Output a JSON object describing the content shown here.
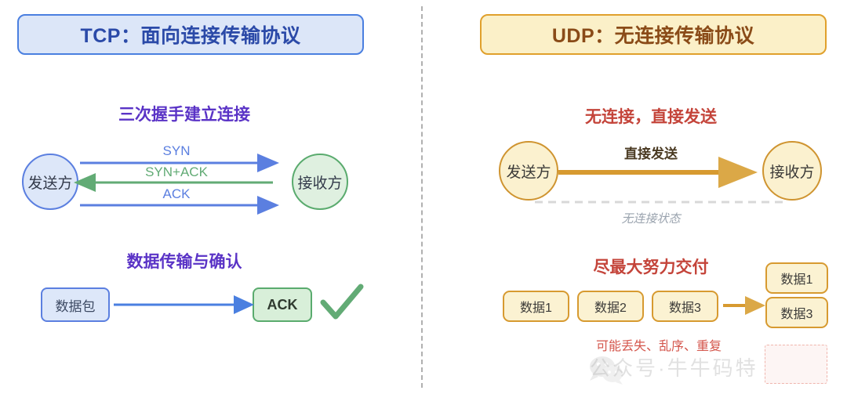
{
  "colors": {
    "tcp_accent": "#4a7fe0",
    "tcp_fill": "#dce6f8",
    "tcp_text": "#2b4aa8",
    "udp_accent": "#e0a02c",
    "udp_fill": "#fbf0c8",
    "udp_text": "#8a4b18",
    "heading_purple": "#5a33c6",
    "heading_red": "#c4443a",
    "green": "#5aab6e",
    "blue": "#5b7fe0",
    "gray_italic": "#9aa3ae",
    "note_red": "#d4564c",
    "watermark_gray": "#b9b9b9"
  },
  "tcp": {
    "title": "TCP：面向连接传输协议",
    "handshake": {
      "heading": "三次握手建立连接",
      "sender_label": "发送方",
      "receiver_label": "接收方",
      "arrows": [
        {
          "label": "SYN",
          "direction": "right",
          "color": "#5b7fe0"
        },
        {
          "label": "SYN+ACK",
          "direction": "left",
          "color": "#62ab75"
        },
        {
          "label": "ACK",
          "direction": "right",
          "color": "#5b7fe0"
        }
      ]
    },
    "data_transfer": {
      "heading": "数据传输与确认",
      "packet_label": "数据包",
      "ack_label": "ACK",
      "check_icon": "check-mark"
    }
  },
  "udp": {
    "title": "UDP：无连接传输协议",
    "connectionless": {
      "heading": "无连接，直接发送",
      "sender_label": "发送方",
      "receiver_label": "接收方",
      "arrow_label": "直接发送",
      "state_note": "无连接状态"
    },
    "best_effort": {
      "heading": "尽最大努力交付",
      "input_boxes": [
        "数据1",
        "数据2",
        "数据3"
      ],
      "output_boxes": [
        "数据1",
        "数据3"
      ],
      "note": "可能丢失、乱序、重复"
    }
  },
  "watermark": {
    "icon": "wechat-icon",
    "text": "公众号·牛牛码特"
  }
}
